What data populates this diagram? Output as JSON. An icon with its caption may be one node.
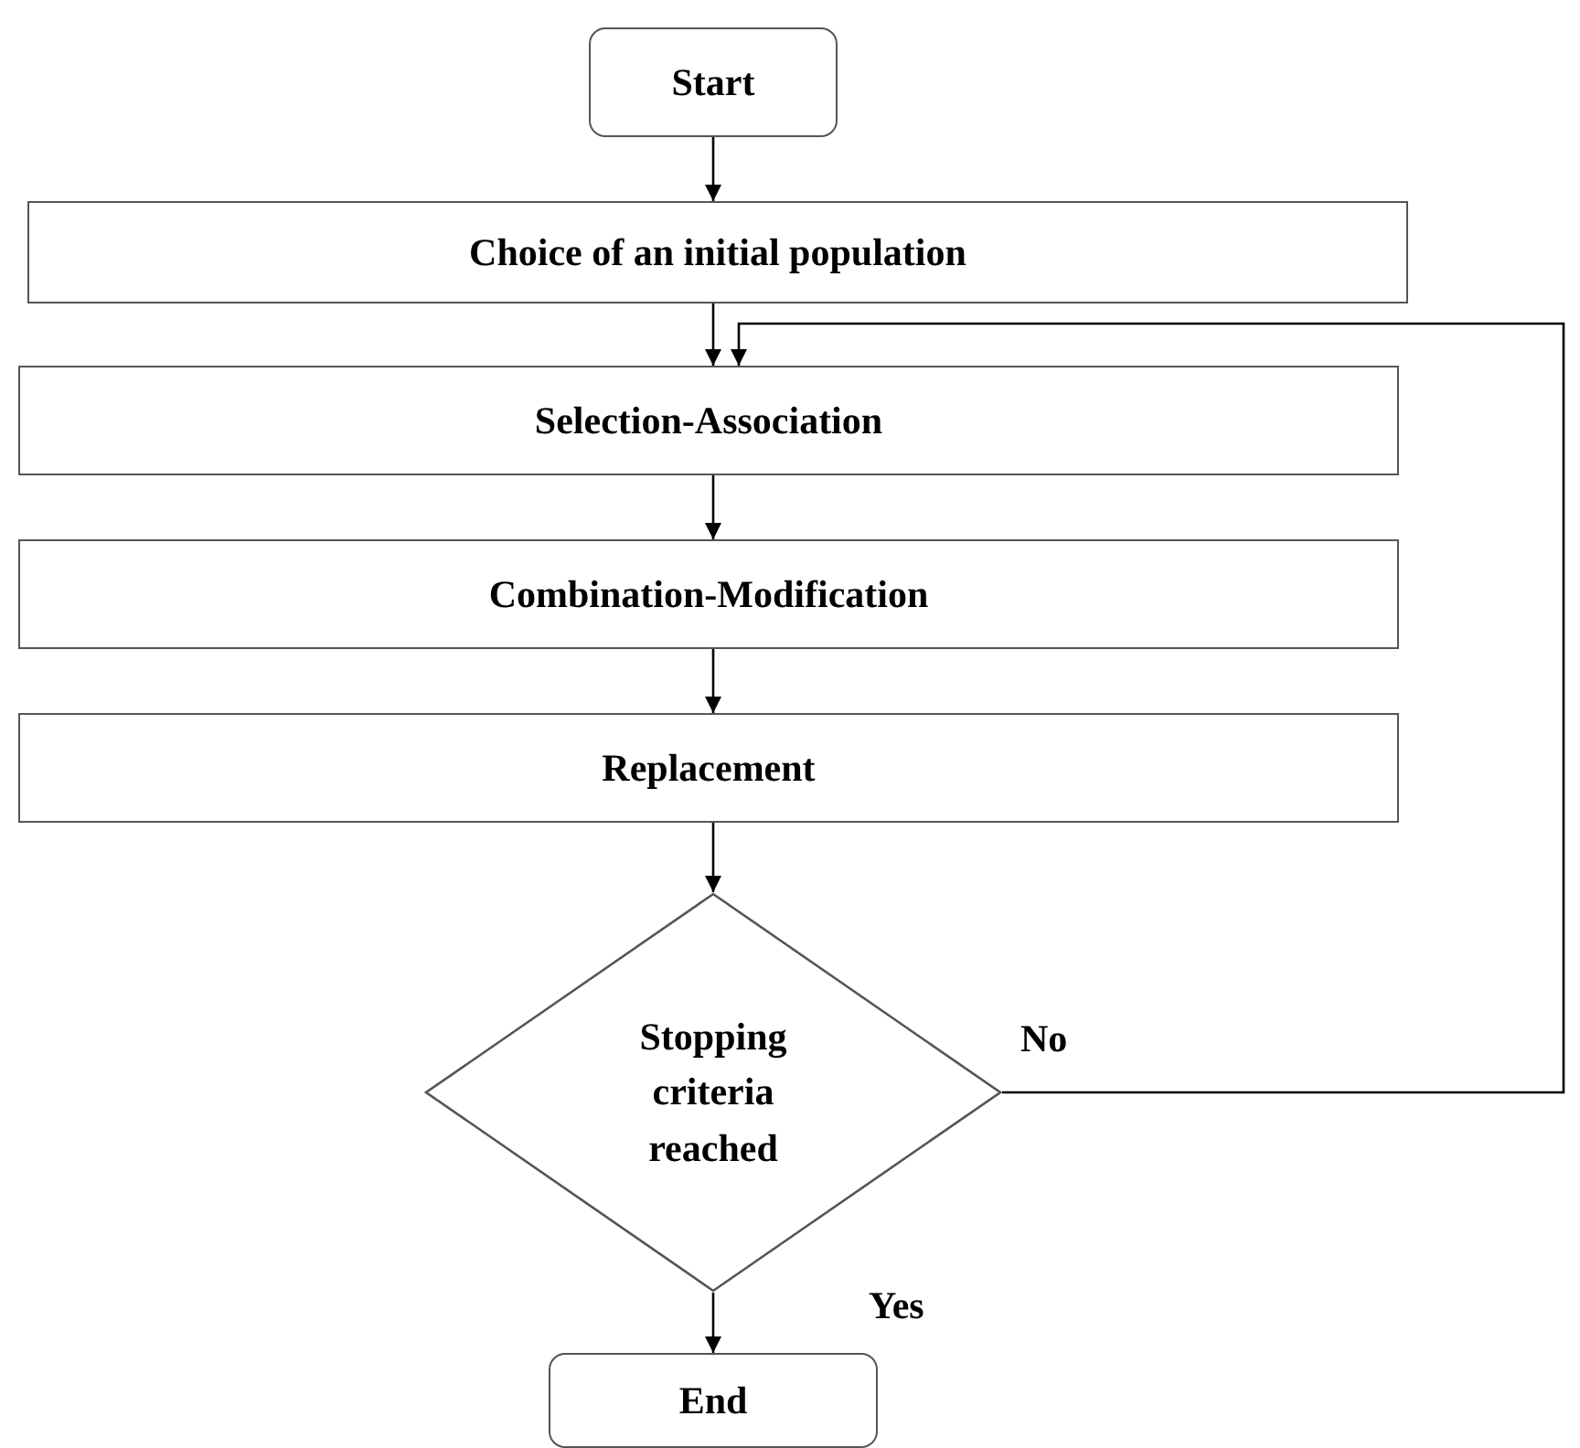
{
  "diagram": {
    "nodes": [
      {
        "text": [
          "Start"
        ]
      },
      {
        "text": [
          "Choice of an initial population"
        ]
      },
      {
        "text": [
          "Selection-Association"
        ]
      },
      {
        "text": [
          "Combination-Modification"
        ]
      },
      {
        "text": [
          "Replacement"
        ]
      },
      {
        "text": [
          "Stopping criteria reached"
        ]
      },
      {
        "text": [
          "End"
        ]
      }
    ],
    "edges": [
      {
        "from": 0,
        "to": 1,
        "arrow": "to"
      },
      {
        "from": 1,
        "to": 2,
        "arrow": "to"
      },
      {
        "from": 2,
        "to": 3,
        "arrow": "to"
      },
      {
        "from": 3,
        "to": 4,
        "arrow": "to"
      },
      {
        "from": 4,
        "to": 5,
        "arrow": "to"
      },
      {
        "from": 5,
        "to": 6,
        "arrow": "to",
        "label": "Yes"
      },
      {
        "from": 5,
        "to": 2,
        "arrow": "to",
        "label": "No"
      }
    ]
  }
}
